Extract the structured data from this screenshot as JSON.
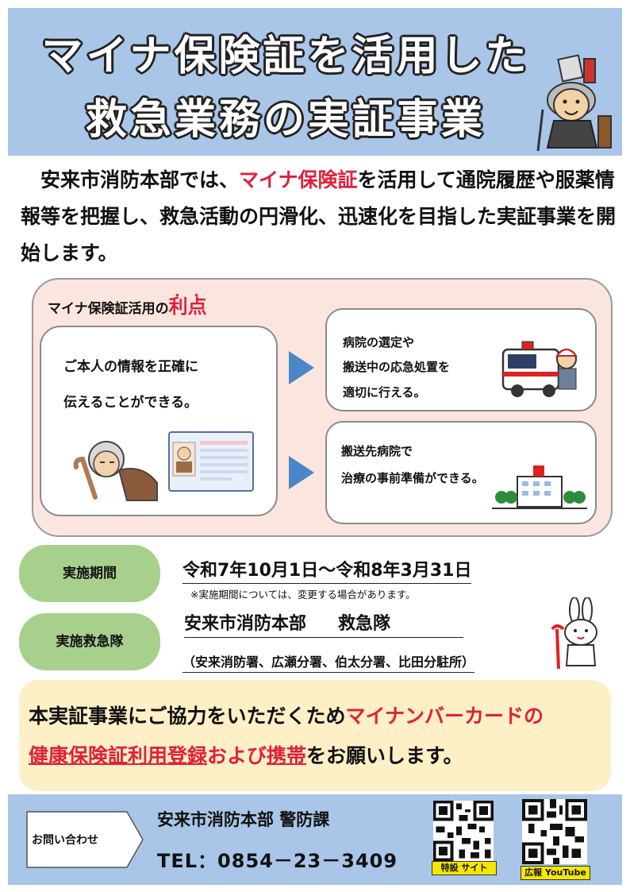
{
  "header": {
    "title_line1": "マイナ保険証を活用した",
    "title_line2": "救急業務の実証事業"
  },
  "intro": {
    "before": "　安来市消防本部では、",
    "highlight": "マイナ保険証",
    "after": "を活用して通院履歴や服薬情報等を把握し、救急活動の円滑化、迅速化を目指した実証事業を開始します。"
  },
  "benefits": {
    "heading_prefix": "マイナ保険証活用の",
    "heading_emphasis": "利点",
    "left_line1": "ご本人の情報を正確に",
    "left_line2": "伝えることができる。",
    "right1_line1": "病院の選定や",
    "right1_line2": "搬送中の応急処置を",
    "right1_line3": "適切に行える。",
    "right2_line1": "搬送先病院で",
    "right2_line2": "治療の事前準備ができる。"
  },
  "info": {
    "period_label": "実施期間",
    "period_value": "令和7年10月1日～令和8年3月31日",
    "period_note": "※実施期間については、変更する場合があります。",
    "team_label": "実施救急隊",
    "team_org": "安来市消防本部",
    "team_unit": "救急隊",
    "team_stations": "（安来消防署、広瀬分署、伯太分署、比田分駐所）"
  },
  "request": {
    "part1": "本実証事業にご協力をいただくため",
    "part2": "マイナンバーカードの",
    "part3": "健康保険証利用登録",
    "part4": "および",
    "part5": "携帯",
    "part6": "をお願いします。"
  },
  "footer": {
    "contact_label": "お問い合わせ",
    "department": "安来市消防本部 警防課",
    "tel": "TEL：0854－23－3409",
    "qr1_label": "特設 サイト",
    "qr2_label": "広報 YouTube"
  },
  "colors": {
    "header_bg": "#a9c6e8",
    "accent_red": "#e0203c",
    "benefit_bg": "#fbe6df",
    "pill_green": "#a8d08d",
    "request_bg": "#fdefc6",
    "arrow_blue": "#4a86c8"
  },
  "icons": [
    "mascot-samurai-icon",
    "elderly-person-icon",
    "id-card-icon",
    "ambulance-icon",
    "hospital-icon",
    "rabbit-mascot-icon",
    "qr-code-icon",
    "arrow-right-icon"
  ]
}
